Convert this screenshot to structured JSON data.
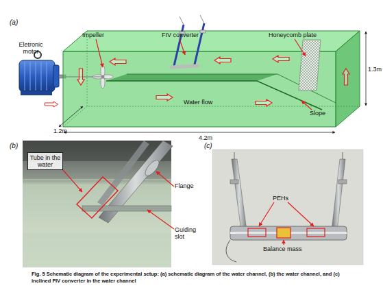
{
  "diagram": {
    "caption": "Fig. 5 Schematic diagram of the experimental setup: (a) schematic diagram of the water channel, (b) the water channel, and (c) inclined FIV converter in the water channel",
    "nodes": [
      {
        "text": [
          "Tube in the water"
        ]
      }
    ],
    "labels": [
      "(a)",
      "Impeller",
      "FIV converter",
      "Honeycomb plate",
      "Eletronic motor",
      "Water flow",
      "Slope",
      "1.3m",
      "1.2m",
      "4.2m",
      "(b)",
      "Flange",
      "Guiding slot",
      "(c)",
      "PEHs",
      "Balance mass"
    ]
  }
}
